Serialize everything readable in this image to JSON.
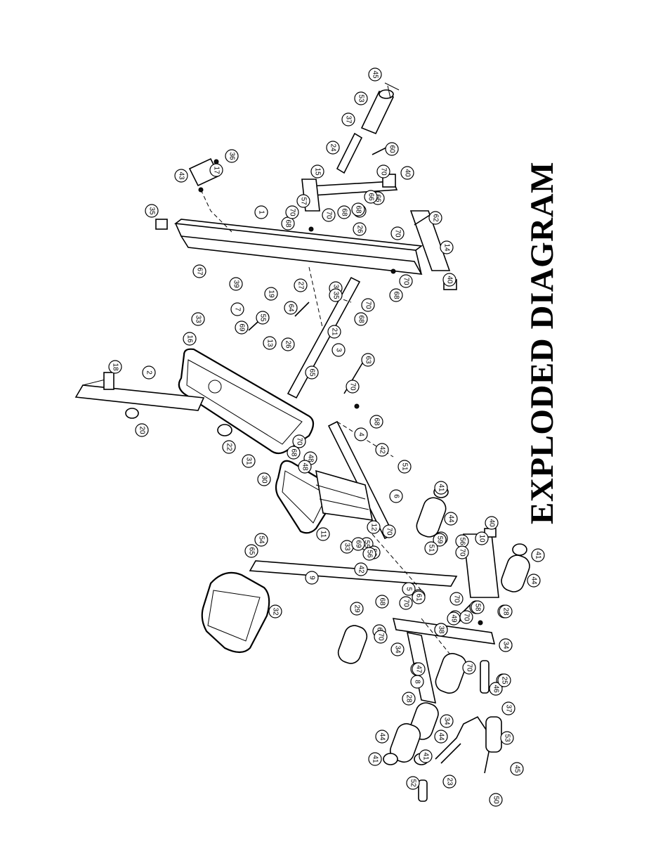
{
  "title": "EXPLODED DIAGRAM",
  "part_numbers": [
    "1",
    "2",
    "3",
    "4",
    "5",
    "6",
    "7",
    "8",
    "9",
    "10",
    "11",
    "12",
    "13",
    "14",
    "15",
    "16",
    "17",
    "18",
    "19",
    "20",
    "21",
    "22",
    "23",
    "24",
    "25",
    "26",
    "27",
    "28",
    "29",
    "30",
    "31",
    "32",
    "33",
    "34",
    "35",
    "36",
    "37",
    "38",
    "39",
    "40",
    "41",
    "42",
    "43",
    "44",
    "45",
    "46",
    "47",
    "48",
    "49",
    "50",
    "51",
    "52",
    "53",
    "54",
    "55",
    "56",
    "57",
    "58",
    "59",
    "60",
    "61",
    "62",
    "63",
    "64",
    "65",
    "66",
    "67",
    "68",
    "69",
    "70"
  ]
}
